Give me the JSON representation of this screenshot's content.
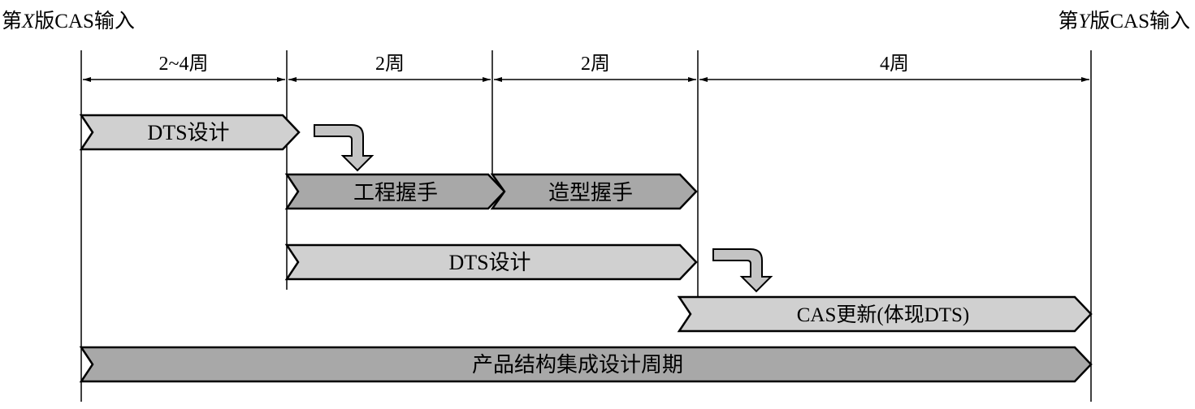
{
  "header": {
    "start_prefix": "第",
    "start_version": "X",
    "start_suffix": "版CAS输入",
    "end_prefix": "第",
    "end_version": "Y",
    "end_suffix": "版CAS输入"
  },
  "durations": [
    "2~4周",
    "2周",
    "2周",
    "4周"
  ],
  "bars": [
    {
      "label": "DTS设计",
      "fill": "light"
    },
    {
      "label": "工程握手",
      "fill": "dark"
    },
    {
      "label": "造型握手",
      "fill": "dark"
    },
    {
      "label": "DTS设计",
      "fill": "light"
    },
    {
      "label": "CAS更新(体现DTS)",
      "fill": "light"
    },
    {
      "label": "产品结构集成设计周期",
      "fill": "dark"
    }
  ],
  "colors": {
    "light_bar": "#d0d0d0",
    "dark_bar": "#a8a8a8",
    "stroke": "#000000"
  }
}
